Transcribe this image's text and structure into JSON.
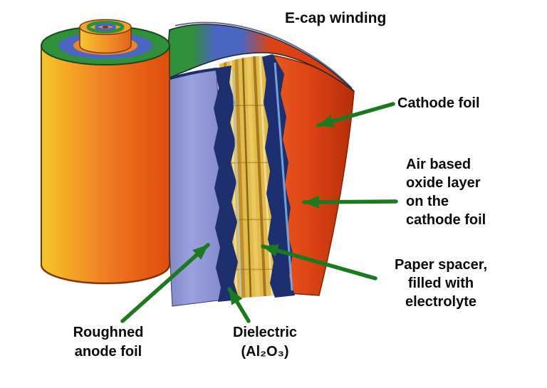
{
  "title": "E-cap winding",
  "labels": {
    "cathode": {
      "lines": [
        "Cathode foil"
      ]
    },
    "oxide": {
      "lines": [
        "Air based",
        "oxide layer",
        "on the",
        "cathode foil"
      ]
    },
    "paper": {
      "lines": [
        "Paper spacer,",
        "filled with",
        "electrolyte"
      ]
    },
    "anode": {
      "lines": [
        "Roughned",
        "anode foil"
      ]
    },
    "dielectric": {
      "lines": [
        "Dielectric",
        "(Al₂O₃)"
      ]
    }
  },
  "colors": {
    "arrow_green": "#1b7a1f",
    "cathode_red": "#dd4414",
    "anode_purple": "#9095d6",
    "paper_gold": "#e2bc4a",
    "dielectric_navy": "#1d2f6e",
    "oxide_highlight_blue": "#78aee6",
    "roll_green": "#2f8f3a",
    "roll_blue": "#4a66c0",
    "cylinder_orange": "#ee7a20",
    "text_black": "#0a0a0a",
    "background": "#ffffff"
  }
}
